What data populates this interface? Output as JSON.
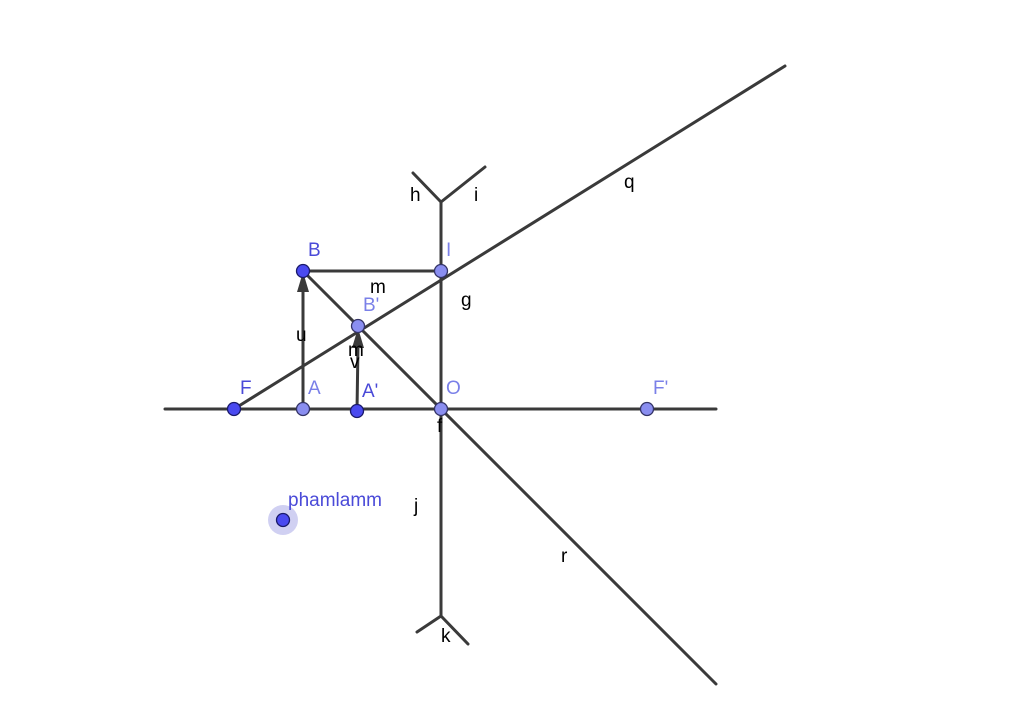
{
  "colors": {
    "background": "#ffffff",
    "line": "#3a3a3a",
    "point_free": "#4a4af0",
    "point_dependent": "#8a8ef0",
    "label_point_free": "#4a4ad8",
    "label_point_dependent": "#7a80e8",
    "label_object": "#000000",
    "halo": "#c8c8f0"
  },
  "points": {
    "B": {
      "label": "B"
    },
    "I": {
      "label": "I"
    },
    "Bp": {
      "label": "B'"
    },
    "F": {
      "label": "F"
    },
    "A": {
      "label": "A"
    },
    "Ap": {
      "label": "A'"
    },
    "O": {
      "label": "O"
    },
    "Fp": {
      "label": "F'"
    },
    "phamlamm": {
      "label": "phamlamm"
    }
  },
  "object_labels": {
    "h": "h",
    "i": "i",
    "q": "q",
    "m": "m",
    "g": "g",
    "u": "u",
    "m2": "m",
    "v": "v",
    "f": "f",
    "j": "j",
    "r": "r",
    "k": "k"
  }
}
